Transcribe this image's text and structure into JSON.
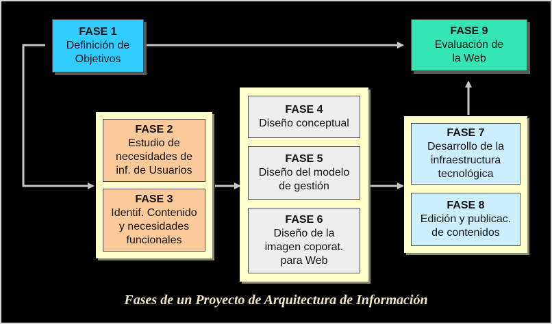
{
  "caption": "Fases de un Proyecto de  Arquitectura de Información",
  "colors": {
    "background": "#000000",
    "group_fill": "#ffffcc",
    "arrow": "#c8c8c8",
    "fase1": "#33ccff",
    "fase9": "#33e6b3",
    "orange": "#fcc99a",
    "gray": "#eeeeee",
    "lightblue": "#ccefff"
  },
  "phases": {
    "f1": {
      "title": "FASE 1",
      "desc": "Definición de\nObjetivos"
    },
    "f2": {
      "title": "FASE 2",
      "desc": "Estudio de\nnecesidades de\ninf. de Usuarios"
    },
    "f3": {
      "title": "FASE 3",
      "desc": "Identif. Contenido\ny necesidades\nfuncionales"
    },
    "f4": {
      "title": "FASE 4",
      "desc": "Diseño conceptual"
    },
    "f5": {
      "title": "FASE 5",
      "desc": "Diseño del modelo\nde gestión"
    },
    "f6": {
      "title": "FASE 6",
      "desc": "Diseño de la\nimagen coporat.\npara Web"
    },
    "f7": {
      "title": "FASE 7",
      "desc": "Desarrollo de la\ninfraestructura\ntecnológica"
    },
    "f8": {
      "title": "FASE 8",
      "desc": "Edición y publicac.\nde contenidos"
    },
    "f9": {
      "title": "FASE 9",
      "desc": "Evaluación de\nla Web"
    }
  }
}
